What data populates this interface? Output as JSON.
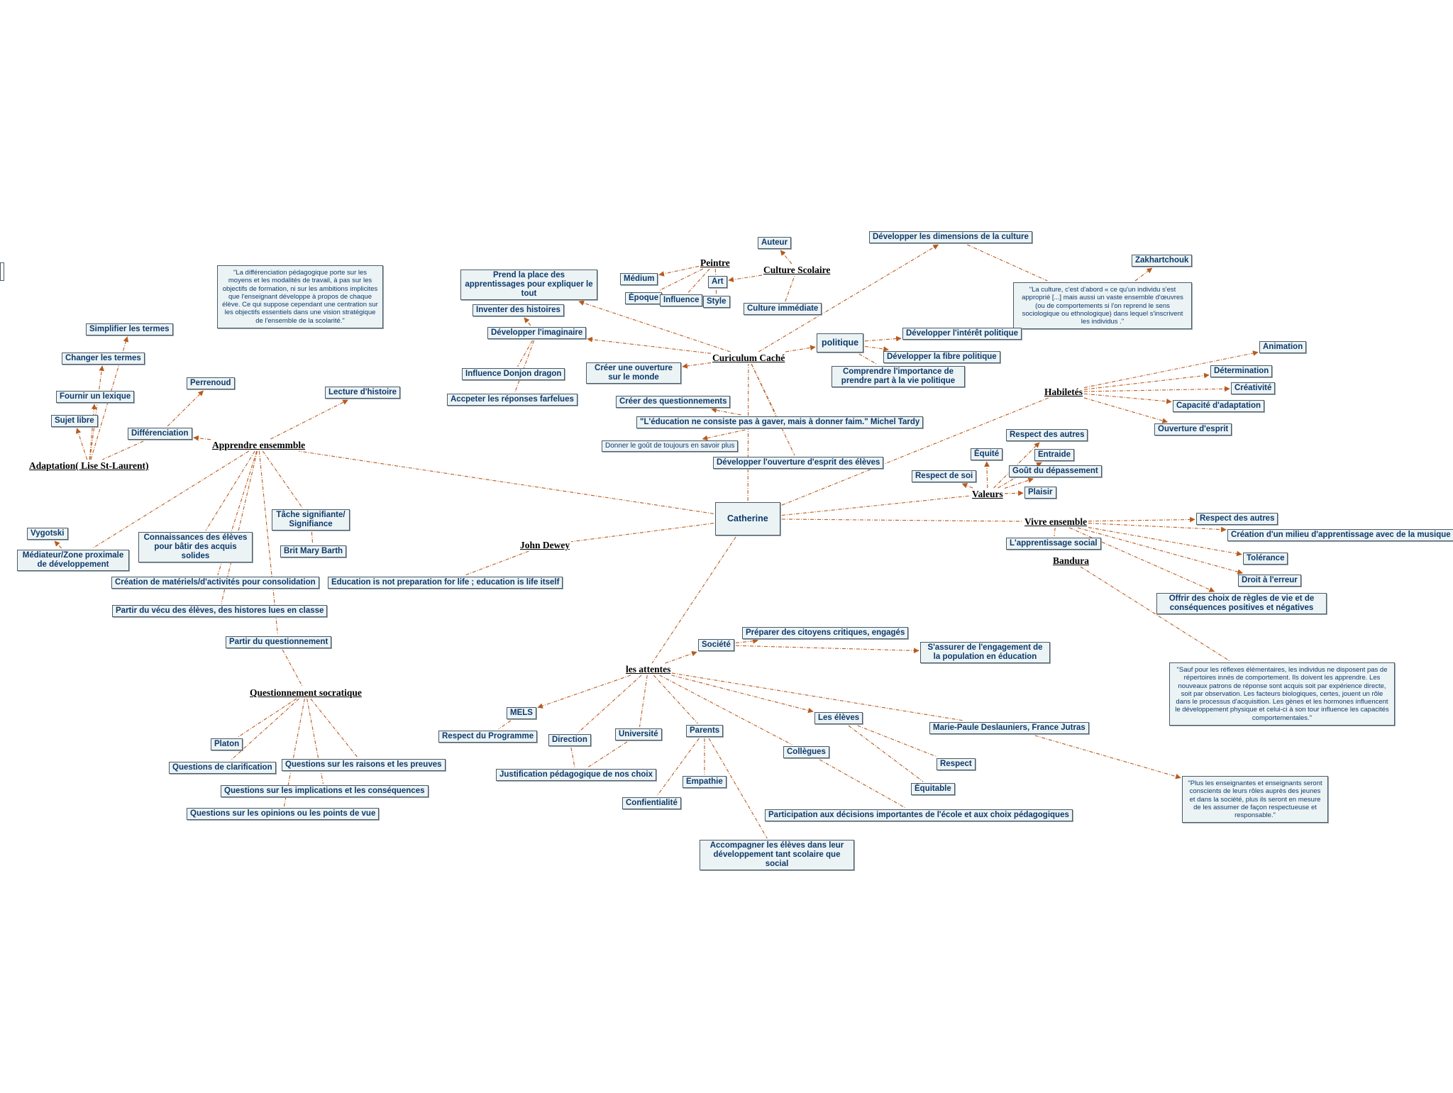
{
  "colors": {
    "link": "#b85a1e",
    "node_text": "#0d3a6b",
    "node_fill": "#ecf3f5",
    "node_border": "#4b5a66"
  },
  "nodes": {
    "catherine": "Catherine",
    "curriculum_cache": "Curiculum Caché",
    "culture_scolaire": "Culture Scolaire",
    "peintre": "Peintre",
    "auteur": "Auteur",
    "medium": "Médium",
    "art": "Art",
    "epoque": "Époque",
    "influence": "Influence",
    "style": "Style",
    "culture_immediate": "Culture immédiate",
    "dev_dimensions_culture": "Développer les dimensions de la culture",
    "zakhartchouk": "Zakhartchouk",
    "culture_quote": "\"La culture, c'est d'abord « ce qu'un individu s'est approprié [...] mais aussi un vaste ensemble d'œuvres (ou de comportements si l'on reprend le sens sociologique ou ethnologique) dans lequel s'inscrivent les individus .\"",
    "prend_place": "Prend la place des apprentissages pour expliquer le tout",
    "inventer_histoires": "Inventer des histoires",
    "dev_imaginaire": "Développer l'imaginaire",
    "influence_donjon": "Influence Donjon dragon",
    "accepter_reponses": "Accpeter les réponses farfelues",
    "creer_ouverture": "Créer une ouverture sur le monde",
    "politique": "politique",
    "dev_interet_politique": "Développer l'intérêt politique",
    "dev_fibre_politique": "Développer  la fibre politique",
    "comprendre_importance": "Comprendre l'importance de prendre part à la vie politique",
    "creer_questionnements": "Créer des questionnements",
    "tardy_quote": "\"L'éducation ne consiste pas à gaver, mais à donner faim.\"  Michel Tardy",
    "donner_gout": "Donner le goût de toujours en savoir plus",
    "dev_ouverture_esprit": "Développer l'ouverture d'esprit des élèves",
    "habiletes": "Habiletés",
    "animation": "Animation",
    "determination": "Détermination",
    "creativite": "Créativité",
    "capacite_adaptation": "Capacité d'adaptation",
    "ouverture_esprit": "Ouverture d'esprit",
    "valeurs": "Valeurs",
    "respect_autres_v": "Respect des autres",
    "equite": "Équité",
    "entraide": "Entraide",
    "gout_depassement": "Goût du dépassement",
    "respect_soi": "Respect de soi",
    "plaisir": "Plaisir",
    "vivre_ensemble": "Vivre ensemble",
    "respect_autres_ve": "Respect des autres",
    "creation_milieu": "Création d'un milieu d'apprentissage avec de la musique",
    "tolerance": "Tolérance",
    "droit_erreur": "Droit à l'erreur",
    "offrir_choix": "Offrir des choix de règles de vie et de conséquences positives et négatives",
    "apprentissage_social": "L'apprentissage social",
    "bandura": "Bandura",
    "bandura_quote": "\"Sauf pour les réflexes élémentaires, les individus ne disposent pas de répertoires innés de comportement. Ils doivent les apprendre. Les nouveaux patrons de réponse sont acquis soit par expérience directe, soit par observation. Les facteurs biologiques, certes, jouent un rôle dans le processus d'acquisition. Les gènes et les hormones influencent le développement physique et celui-ci à son tour influence les capacités comportementales.\"",
    "les_attentes": "les attentes",
    "societe": "Société",
    "preparer_citoyens": "Préparer des citoyens critiques, engagés",
    "assurer_engagement": "S'assurer de l'engagement de la population en éducation",
    "mels": "MELS",
    "respect_programme": "Respect du Programme",
    "direction": "Direction",
    "universite": "Université",
    "justification": "Justification pédagogique de nos choix",
    "parents": "Parents",
    "empathie": "Empathie",
    "confidentialite": "Confientialité",
    "accompagner": "Accompagner les élèves dans leur développement tant scolaire que social",
    "collegues": "Collègues",
    "participation": "Participation aux décisions importantes de l'école et aux choix pédagogiques",
    "les_eleves": "Les élèves",
    "respect": "Respect",
    "equitable": "Équitable",
    "deslauniers": "Marie-Paule Deslauniers, France Jutras",
    "deslauniers_quote": "\"Plus les enseignantes et enseignants seront conscients de leurs rôles auprès des jeunes et dans la société, plus ils seront en mesure de les assumer de façon respectueuse et responsable.\"",
    "john_dewey": "John Dewey",
    "dewey_quote": "Education is not preparation for life ; education is life itself",
    "apprendre_ensemble": "Apprendre ensemmble",
    "lecture_histoire": "Lecture d'histoire",
    "differenciation": "Différenciation",
    "perrenoud": "Perrenoud",
    "perrenoud_quote": "\"La différenciation pédagogique porte sur les moyens et les modalités de travail, à pas sur les objectifs de formation, ni sur les ambitions implicites que l'enseignant développe à propos de chaque élève. Ce qui suppose cependant une centration sur les objectifs essentiels dans une vision stratégique de l'ensemble de la scolarité.\"",
    "adaptation": "Adaptation( Lise St-Laurent)",
    "simplifier_termes": "Simplifier les termes",
    "changer_termes": "Changer les termes",
    "fournir_lexique": "Fournir un lexique",
    "sujet_libre": "Sujet libre",
    "vygotski": "Vygotski",
    "mediateur": "Médiateur/Zone proximale de développement",
    "connaissances_eleves": "Connaissances des élèves pour bâtir des acquis solides",
    "tache_signifiante": "Tâche signifiante/ Signifiance",
    "brit_mary": "Brit Mary Barth",
    "creation_materiels": "Création de matériels/d'activités pour consolidation",
    "partir_vecu": "Partir du vécu des élèves, des histores lues en classe",
    "partir_questionnement": "Partir du questionnement",
    "questionnement_socratique": "Questionnement socratique",
    "platon": "Platon",
    "questions_clarification": "Questions de clarification",
    "questions_raisons": "Questions sur les raisons et les preuves",
    "questions_implications": "Questions sur les implications et les conséquences",
    "questions_opinions": "Questions sur les opinions ou les points de vue"
  }
}
